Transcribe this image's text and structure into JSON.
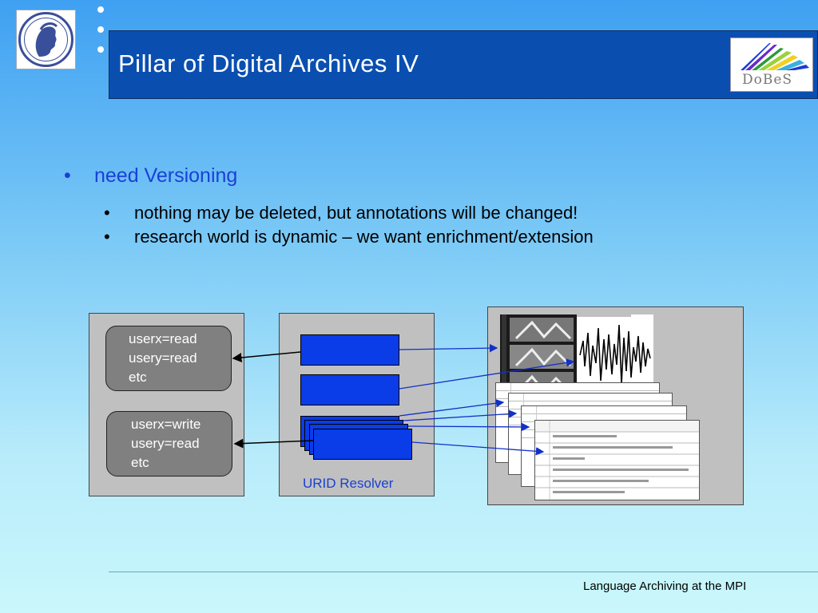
{
  "header": {
    "title": "Pillar of Digital Archives IV",
    "logo_left_icon": "mpg-minerva-logo-icon",
    "logo_right_text": "DoBeS",
    "logo_right_icon": "dobes-rainbow-logo-icon"
  },
  "content": {
    "bullet": "need Versioning",
    "sub_bullets": [
      "nothing may be deleted, but annotations will be changed!",
      "research world is dynamic – we want enrichment/extension"
    ]
  },
  "diagram": {
    "user_box_1": [
      "userx=read",
      "usery=read",
      "etc"
    ],
    "user_box_2": [
      "userx=write",
      "usery=read",
      "etc"
    ],
    "resolver_label": "URID Resolver"
  },
  "footer": {
    "text": "Language Archiving at the MPI"
  },
  "colors": {
    "title_bar": "#0a4fb0",
    "bullet_accent": "#1a3fd8",
    "resolver_rect": "#0a3ce8",
    "panel_gray": "#c0c0c0"
  }
}
